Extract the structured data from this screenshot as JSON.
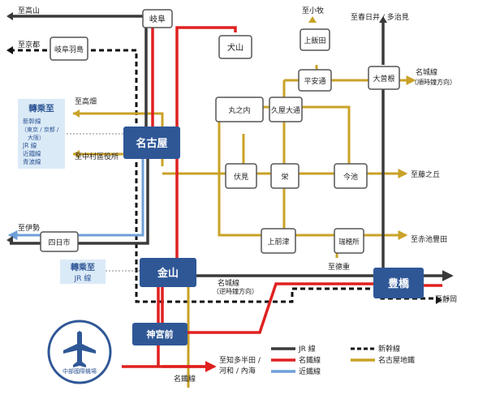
{
  "colors": {
    "jr": "#3a3a3a",
    "meitetsu": "#e02020",
    "kintetsu": "#6f9fd8",
    "subway": "#c9a227",
    "shinkansen": "#111111",
    "hub_fill": "#2f5796",
    "transfer_fill": "#dbeaf7",
    "transfer_text": "#2f5796",
    "station_stroke": "#555555",
    "text": "#222222"
  },
  "hubs": {
    "nagoya": "名古屋",
    "kanayama": "金山",
    "jingumae": "神宮前",
    "toyohashi": "豊橋"
  },
  "stations": {
    "gifu": "岐阜",
    "gifuhashima": "岐阜羽島",
    "inuyama": "犬山",
    "kamiiida": "上飯田",
    "heiando": "平安通",
    "ozone": "大曽根",
    "marunouchi": "丸之内",
    "hisayaodori": "久屋大通",
    "fushimi": "伏見",
    "sakae": "栄",
    "imaike": "今池",
    "kamimaezu": "上前津",
    "yagoto": "瑞穂所",
    "yokkaichi": "四日市"
  },
  "destinations": {
    "takayama": "至高山",
    "kyoto": "至京都",
    "komaki": "至小牧",
    "kasugai": "至春日井 / 多治見",
    "meijo_line": "名城線",
    "meijo_cw": "（順時鐘方向）",
    "takabata": "至高畑",
    "nakamura": "至中村區役所",
    "fujigaoka": "至藤之丘",
    "akaike": "至赤池豐田",
    "tokushige": "至德重",
    "ise": "至伊勢",
    "meijo_line2": "名城線",
    "meijo_ccw": "（逆時鐘方向）",
    "shizuoka": "至靜岡",
    "chita_1": "至知多半田 /",
    "chita_2": "河和 / 內海",
    "meitetsu_line": "名鐵線"
  },
  "transfer_box": {
    "title": "轉乘至",
    "lines": [
      "新幹線",
      "（東京 / 京都 /",
      "大阪）",
      "JR 線",
      "近鐵線",
      "青波線"
    ]
  },
  "transfer_box2": {
    "title": "轉乘至",
    "sub": "JR 線"
  },
  "airport": {
    "label": "中部國際機場"
  },
  "legend": [
    {
      "key": "jr",
      "label": "JR 線",
      "style": "solid",
      "color": "#3a3a3a"
    },
    {
      "key": "meitetsu",
      "label": "名鐵線",
      "style": "solid",
      "color": "#e02020"
    },
    {
      "key": "kintetsu",
      "label": "近鐵線",
      "style": "solid",
      "color": "#6f9fd8"
    },
    {
      "key": "shinkansen",
      "label": "新幹線",
      "style": "dashed",
      "color": "#111111"
    },
    {
      "key": "subway",
      "label": "名古屋地鐵",
      "style": "solid",
      "color": "#c9a227"
    }
  ]
}
